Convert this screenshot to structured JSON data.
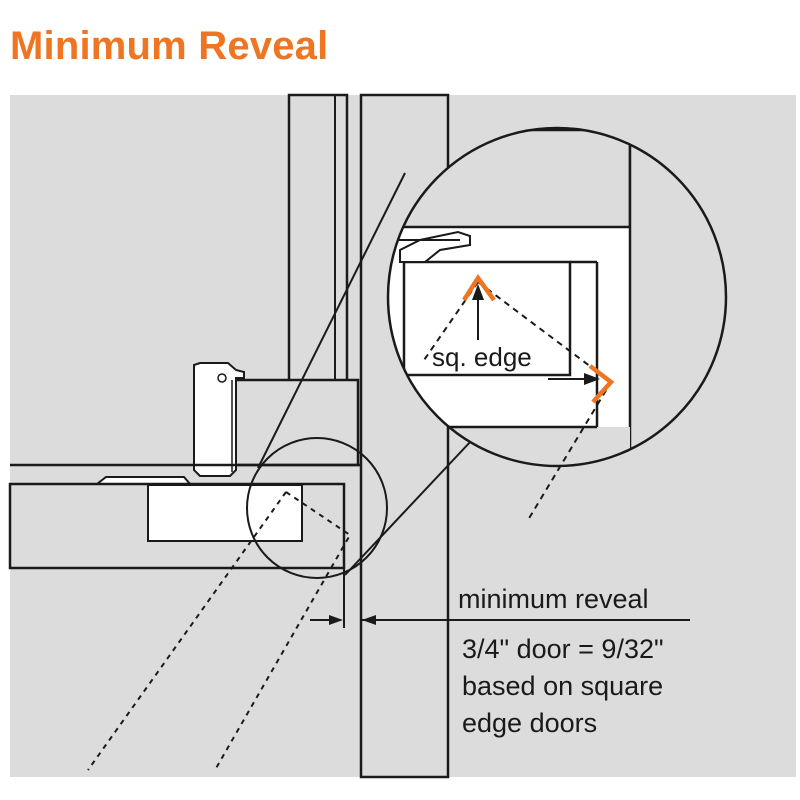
{
  "title": "Minimum Reveal",
  "colors": {
    "title": "#EE7623",
    "accent": "#EE7623",
    "panel_gray": "#DCDCDC",
    "line": "#1A1A1A",
    "white": "#FFFFFF"
  },
  "callout": {
    "label": "sq. edge"
  },
  "dimension": {
    "label": "minimum reveal",
    "note_line_1": "3/4\" door = 9/32\"",
    "note_line_2": "based on square",
    "note_line_3": "edge doors"
  }
}
